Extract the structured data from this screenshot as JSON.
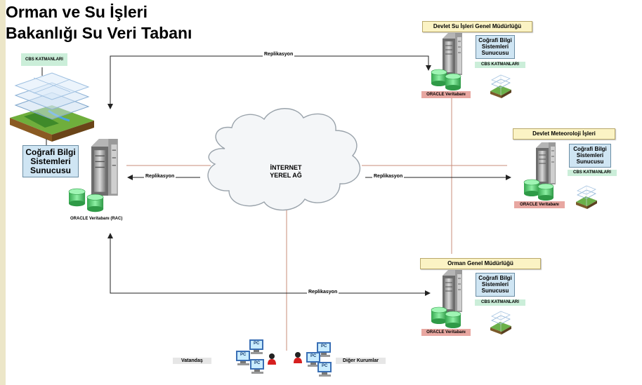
{
  "title": {
    "line1": "Orman ve Su İşleri",
    "line2": "Bakanlığı Su Veri Tabanı"
  },
  "central": {
    "cbs_label": "CBS KATMANLARI",
    "server_label": "Coğrafi Bilgi Sistemleri Sunucusu",
    "oracle_label": "ORACLE Veritabanı (RAC)"
  },
  "cloud": {
    "line1": "İNTERNET",
    "line2": "YEREL AĞ"
  },
  "replication_label": "Replikasyon",
  "remotes": [
    {
      "org": "Devlet Su İşleri Genel Müdürlüğü",
      "server_label": "Coğrafi Bilgi Sistemleri Sunucusu",
      "cbs_label": "CBS KATMANLARI",
      "oracle_label": "ORACLE Veritabanı"
    },
    {
      "org": "Devlet Meteoroloji İşleri",
      "server_label": "Coğrafi Bilgi Sistemleri Sunucusu",
      "cbs_label": "CBS KATMANLARI",
      "oracle_label": "ORACLE Veritabanı"
    },
    {
      "org": "Orman Genel Müdürlüğü",
      "server_label": "Coğrafi Bilgi Sistemleri Sunucusu",
      "cbs_label": "CBS KATMANLARI",
      "oracle_label": "ORACLE Veritabanı"
    }
  ],
  "clients": {
    "left_label": "Vatandaş",
    "right_label": "Diğer Kurumlar",
    "pc_label": "PC"
  },
  "colors": {
    "org_label_bg": "#fbf3c4",
    "server_box_bg": "#cfe5f3",
    "cbs_bg": "#cbeed9",
    "oracle_bg": "#e8a7a1",
    "db_cylinder": "#5fd27a",
    "connection_line": "#c98c7a"
  },
  "icons": {
    "server": "server-tower-icon",
    "database": "database-cylinder-icon",
    "gis_layers": "gis-layers-icon",
    "computer": "pc-icon",
    "user": "user-icon"
  }
}
